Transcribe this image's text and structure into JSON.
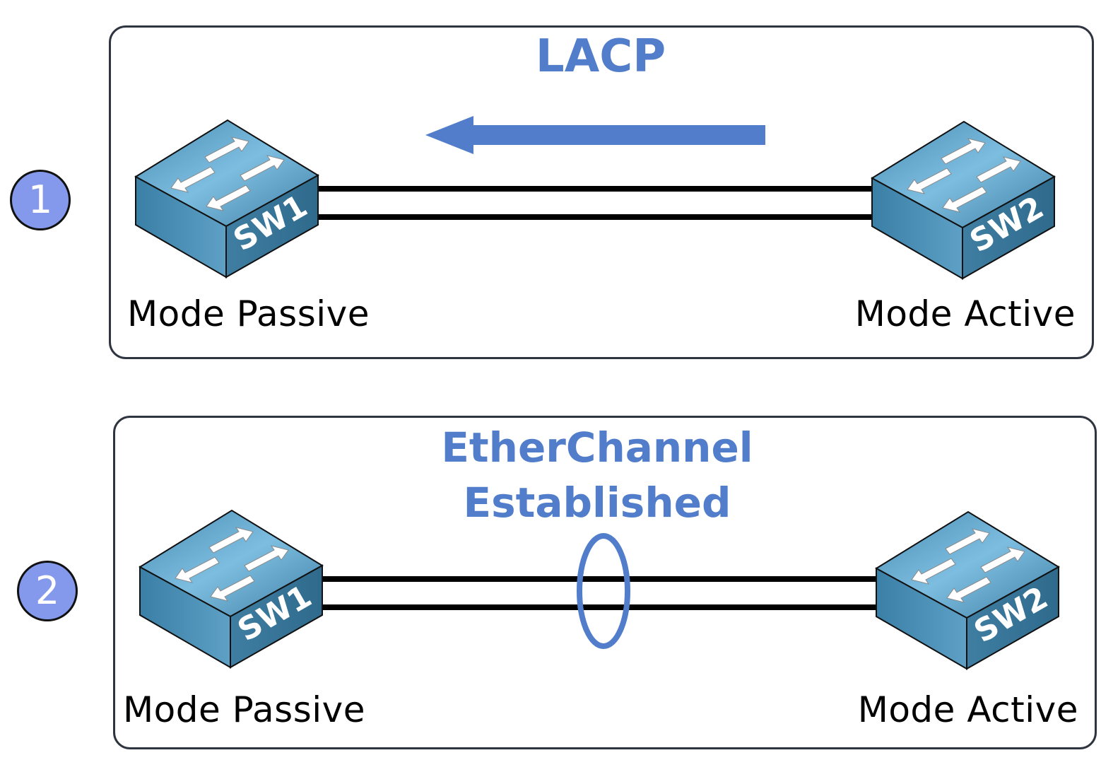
{
  "colors": {
    "accent_blue": "#517dcb",
    "badge_fill": "#8599ec",
    "switch_top": "#6fb0d4",
    "switch_side": "#3e7fa3",
    "panel_border": "#2f3540",
    "link": "#000000"
  },
  "panels": [
    {
      "step": "1",
      "title_lines": [
        "LACP"
      ],
      "arrow_direction": "left",
      "links": 2,
      "bundled": false,
      "left_switch": {
        "name": "SW1",
        "mode_label": "Mode Passive",
        "icon": "switch-icon"
      },
      "right_switch": {
        "name": "SW2",
        "mode_label": "Mode Active",
        "icon": "switch-icon"
      }
    },
    {
      "step": "2",
      "title_lines": [
        "EtherChannel",
        "Established"
      ],
      "arrow_direction": null,
      "links": 2,
      "bundled": true,
      "left_switch": {
        "name": "SW1",
        "mode_label": "Mode Passive",
        "icon": "switch-icon"
      },
      "right_switch": {
        "name": "SW2",
        "mode_label": "Mode Active",
        "icon": "switch-icon"
      }
    }
  ]
}
